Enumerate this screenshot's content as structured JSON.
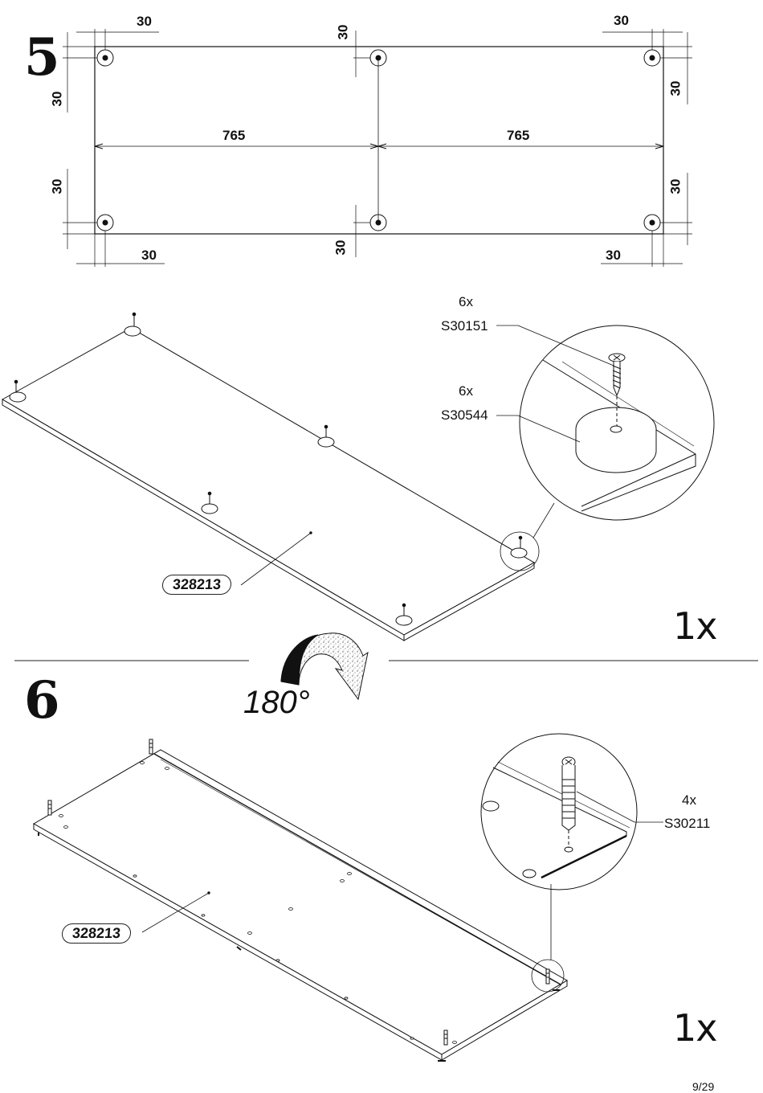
{
  "step5": {
    "number": "5",
    "dims": {
      "top_left_h": "30",
      "top_mid_v": "30",
      "top_right_h": "30",
      "left_top_v": "30",
      "span_left": "765",
      "span_right": "765",
      "right_top_v": "30",
      "left_bottom_v": "30",
      "right_bottom_v": "30",
      "bottom_left_h": "30",
      "bottom_mid_v": "30",
      "bottom_right_h": "30"
    },
    "screw_qty": "6x",
    "screw_code": "S30151",
    "foot_qty": "6x",
    "foot_code": "S30544",
    "part_code": "328213",
    "quantity": "1x"
  },
  "rotation": {
    "label": "180°"
  },
  "step6": {
    "number": "6",
    "dowel_qty": "4x",
    "dowel_code": "S30211",
    "part_code": "328213",
    "quantity": "1x"
  },
  "page": {
    "number": "9/29"
  }
}
